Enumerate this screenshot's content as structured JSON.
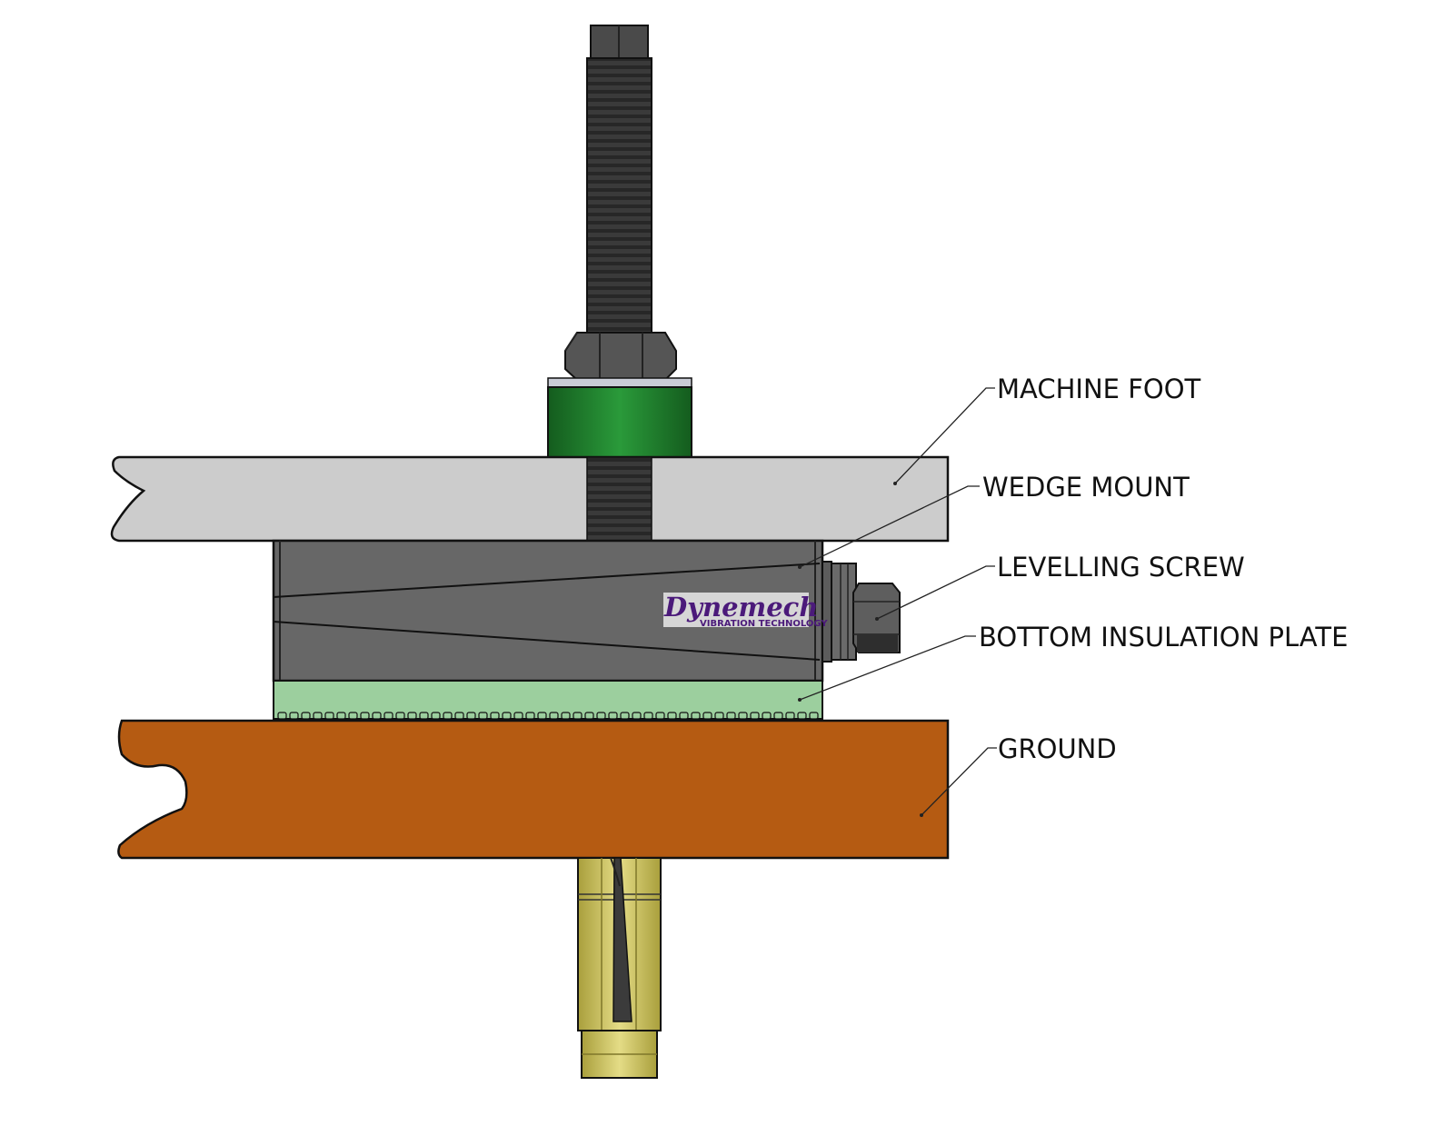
{
  "diagram": {
    "labels": {
      "machine_foot": "MACHINE FOOT",
      "wedge_mount": "WEDGE MOUNT",
      "levelling_screw": "LEVELLING SCREW",
      "bottom_insulation_plate": "BOTTOM INSULATION PLATE",
      "ground": "GROUND"
    },
    "logo": {
      "name": "Dynemech",
      "tagline": "VIBRATION TECHNOLOGY"
    },
    "colors": {
      "machine_foot": "#cccccc",
      "wedge_mount": "#676767",
      "bottom_insulation_plate": "#9ccf9e",
      "ground": "#b55b12",
      "washer": "#1f7a2c",
      "anchor": "#c9bf5a",
      "bolt": "#3b3b3b",
      "logo_text": "#4b1a7a",
      "logo_bg": "#d6d6d6"
    }
  }
}
